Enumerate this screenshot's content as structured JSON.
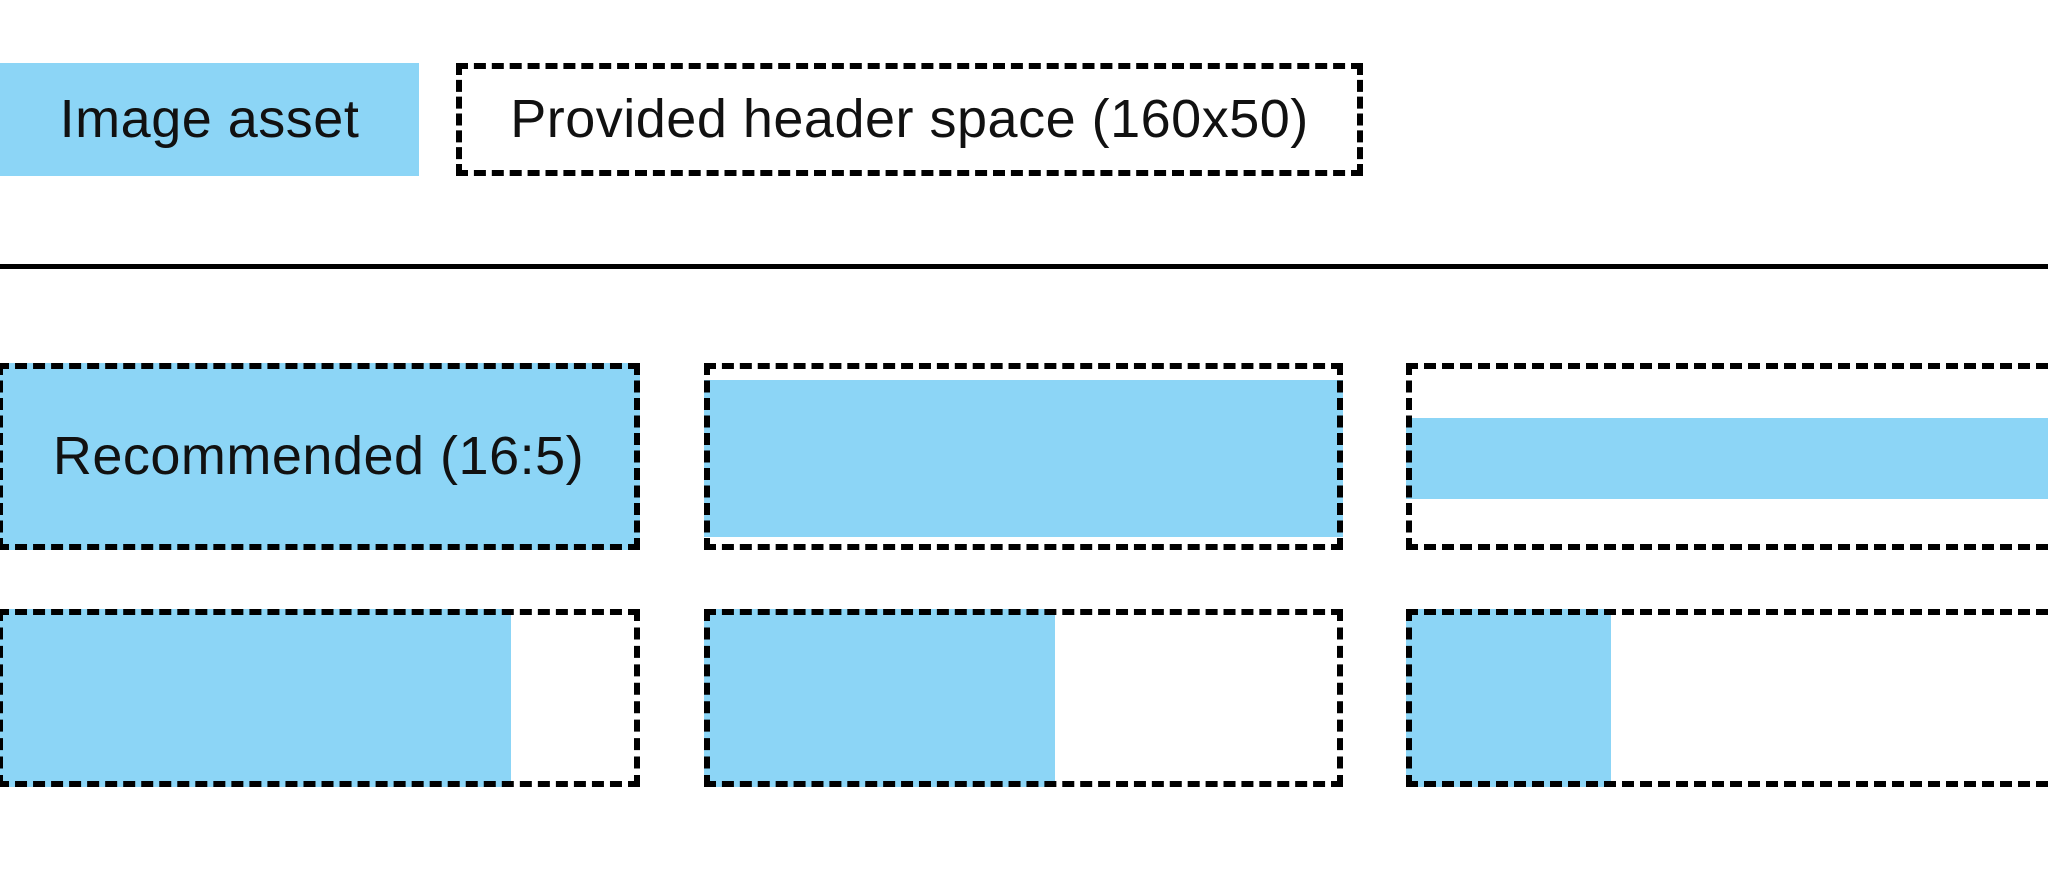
{
  "colors": {
    "asset_blue": "#8CD5F6",
    "line_black": "#000000",
    "text": "#111111",
    "background": "#ffffff"
  },
  "legend": {
    "image_asset_label": "Image asset",
    "header_space_label": "Provided header space (160x50)"
  },
  "examples": [
    {
      "label": "Recommended (16:5)",
      "asset": {
        "left_pct": 0,
        "top_pct": 0,
        "width_pct": 100,
        "height_pct": 100
      }
    },
    {
      "label": "",
      "asset": {
        "left_pct": 0,
        "top_pct": 9,
        "width_pct": 100,
        "height_pct": 84
      }
    },
    {
      "label": "",
      "asset": {
        "left_pct": 0,
        "top_pct": 29.5,
        "width_pct": 100,
        "height_pct": 43
      }
    },
    {
      "label": "",
      "asset": {
        "left_pct": 0,
        "top_pct": 0,
        "width_pct": 80,
        "height_pct": 100
      }
    },
    {
      "label": "",
      "asset": {
        "left_pct": 0,
        "top_pct": 0,
        "width_pct": 55,
        "height_pct": 100
      }
    },
    {
      "label": "",
      "asset": {
        "left_pct": 0,
        "top_pct": 0,
        "width_pct": 31,
        "height_pct": 100
      }
    }
  ]
}
